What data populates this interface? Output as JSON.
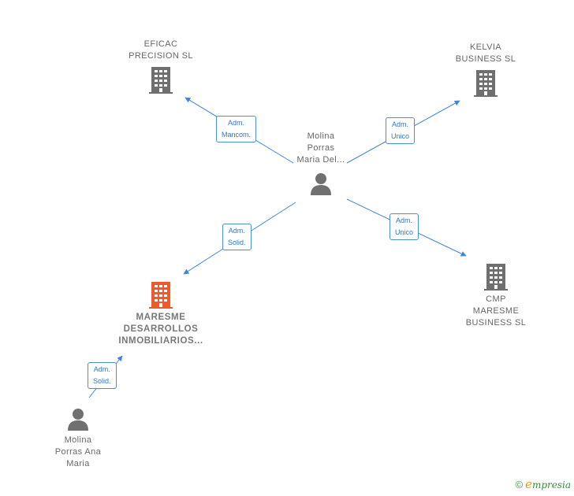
{
  "nodes": {
    "center_person": {
      "label": "Molina\nPorras\nMaria Del..."
    },
    "eficac": {
      "label": "EFICAC\nPRECISION  SL"
    },
    "kelvia": {
      "label": "KELVIA\nBUSINESS  SL"
    },
    "maresme_desarrollos": {
      "label": "MARESME\nDESARROLLOS\nINMOBILIARIOS..."
    },
    "cmp_maresme": {
      "label": "CMP\nMARESME\nBUSINESS  SL"
    },
    "bottom_person": {
      "label": "Molina\nPorras Ana\nMaria"
    }
  },
  "edges": {
    "to_eficac": "Adm.\nMancom.",
    "to_kelvia": "Adm.\nUnico",
    "to_maresme": "Adm.\nSolid.",
    "to_cmp": "Adm.\nUnico",
    "bottom_to_maresme": "Adm.\nSolid."
  },
  "colors": {
    "edge": "#3f86d6",
    "company_gray": "#6f6f6f",
    "company_highlight": "#ee5a2a",
    "person": "#707070"
  },
  "brand": {
    "copyright": "©",
    "initial": "e",
    "name": "mpresia"
  }
}
